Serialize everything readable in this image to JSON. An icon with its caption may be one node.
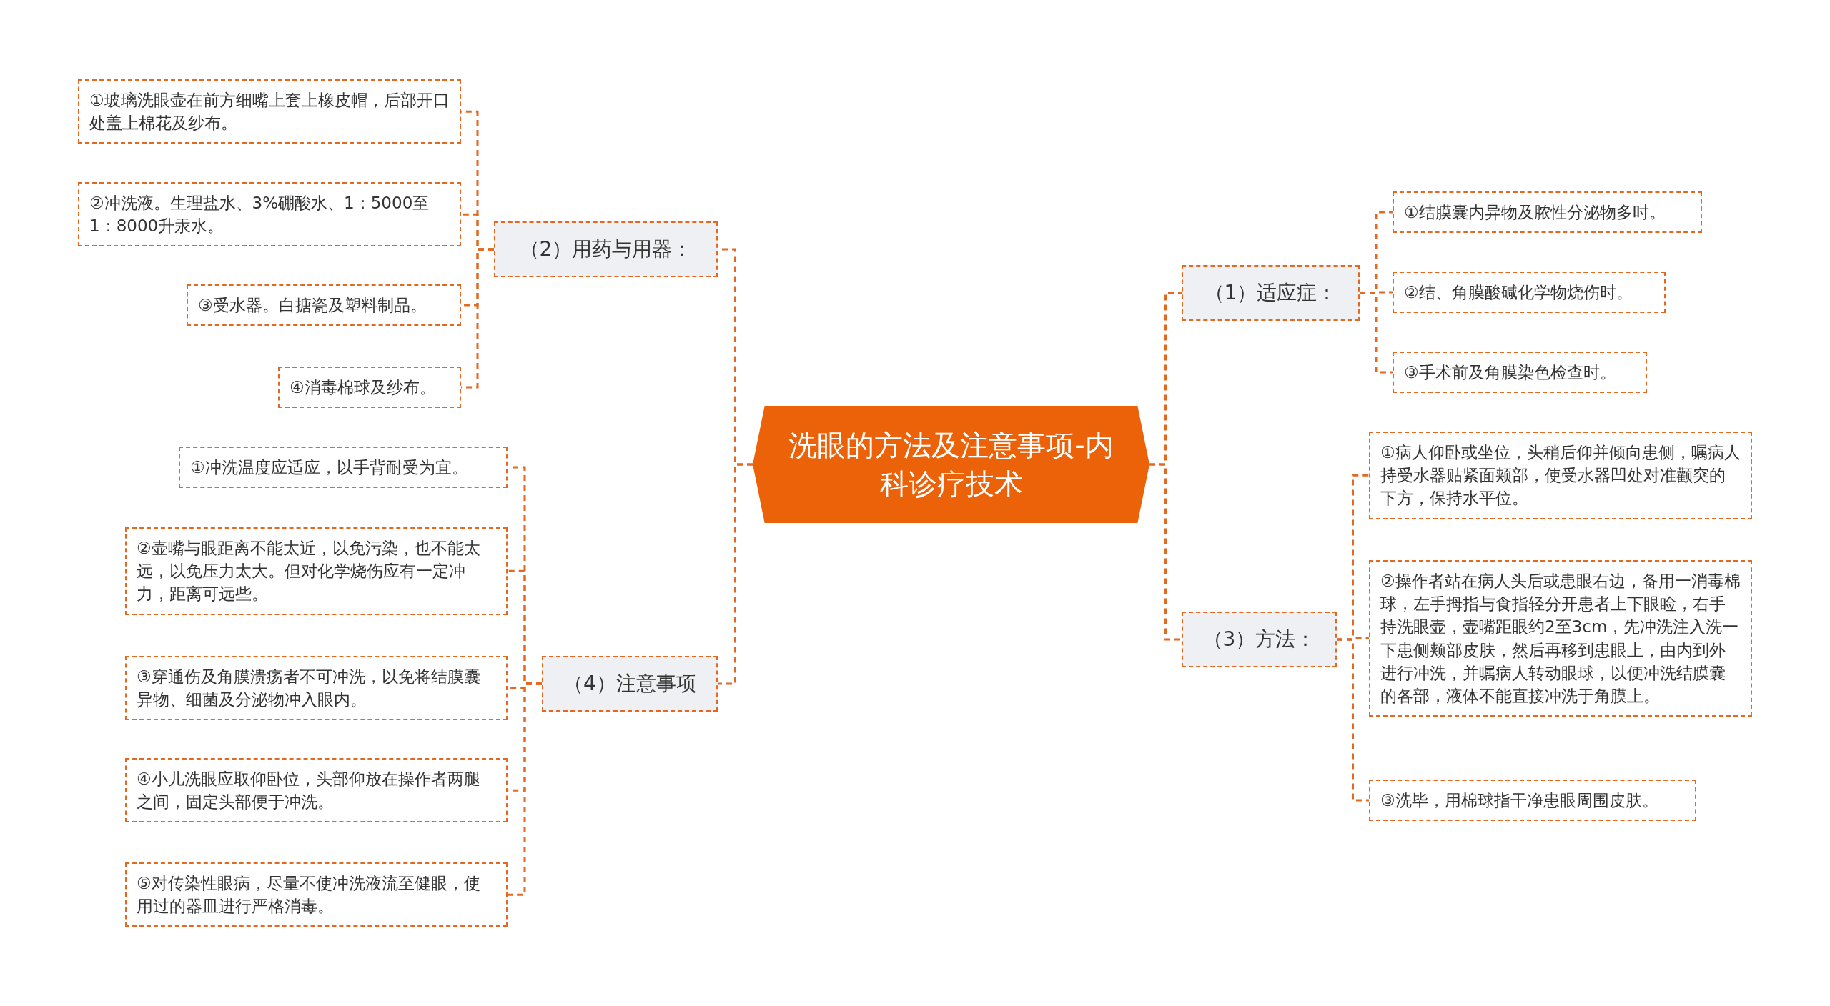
{
  "diagram": {
    "nodes": [
      {
        "text": [
          "洗眼的方法及注意事项-内科诊疗技术"
        ]
      },
      {
        "text": [
          "（1）适应症："
        ]
      },
      {
        "text": [
          "①结膜囊内异物及脓性分泌物多时。"
        ]
      },
      {
        "text": [
          "②结、角膜酸碱化学物烧伤时。"
        ]
      },
      {
        "text": [
          "③手术前及角膜染色检查时。"
        ]
      },
      {
        "text": [
          "（3）方法："
        ]
      },
      {
        "text": [
          "①病人仰卧或坐位，头稍后仰并倾向患侧，嘱病人持受水器贴紧面颊部，使受水器凹处对准颧突的下方，保持水平位。"
        ]
      },
      {
        "text": [
          "②操作者站在病人头后或患眼右边，备用一消毒棉球，左手拇指与食指轻分开患者上下眼睑，右手持洗眼壶，壶嘴距眼约2至3cm，先冲洗注入洗一下患侧颊部皮肤，然后再移到患眼上，由内到外进行冲洗，并嘱病人转动眼球，以便冲洗结膜囊的各部，液体不能直接冲洗于角膜上。"
        ]
      },
      {
        "text": [
          "③洗毕，用棉球指干净患眼周围皮肤。"
        ]
      },
      {
        "text": [
          "（2）用药与用器："
        ]
      },
      {
        "text": [
          "①玻璃洗眼壶在前方细嘴上套上橡皮帽，后部开口处盖上棉花及纱布。"
        ]
      },
      {
        "text": [
          "②冲洗液。生理盐水、3%硼酸水、1：5000至1：8000升汞水。"
        ]
      },
      {
        "text": [
          "③受水器。白搪瓷及塑料制品。"
        ]
      },
      {
        "text": [
          "④消毒棉球及纱布。"
        ]
      },
      {
        "text": [
          "（4）注意事项"
        ]
      },
      {
        "text": [
          "①冲洗温度应适应，以手背耐受为宜。"
        ]
      },
      {
        "text": [
          "②壶嘴与眼距离不能太近，以免污染，也不能太远，以免压力太大。但对化学烧伤应有一定冲力，距离可远些。"
        ]
      },
      {
        "text": [
          "③穿通伤及角膜溃疡者不可冲洗，以免将结膜囊异物、细菌及分泌物冲入眼内。"
        ]
      },
      {
        "text": [
          "④小儿洗眼应取仰卧位，头部仰放在操作者两腿之间，固定头部便于冲洗。"
        ]
      },
      {
        "text": [
          "⑤对传染性眼病，尽量不使冲洗液流至健眼，使用过的器皿进行严格消毒。"
        ]
      }
    ],
    "edges": [
      {
        "from": 0,
        "to": 1,
        "arrow": "none"
      },
      {
        "from": 1,
        "to": 2,
        "arrow": "none"
      },
      {
        "from": 1,
        "to": 3,
        "arrow": "none"
      },
      {
        "from": 1,
        "to": 4,
        "arrow": "none"
      },
      {
        "from": 0,
        "to": 5,
        "arrow": "none"
      },
      {
        "from": 5,
        "to": 6,
        "arrow": "none"
      },
      {
        "from": 5,
        "to": 7,
        "arrow": "none"
      },
      {
        "from": 5,
        "to": 8,
        "arrow": "none"
      },
      {
        "from": 0,
        "to": 9,
        "arrow": "none"
      },
      {
        "from": 9,
        "to": 10,
        "arrow": "none"
      },
      {
        "from": 9,
        "to": 11,
        "arrow": "none"
      },
      {
        "from": 9,
        "to": 12,
        "arrow": "none"
      },
      {
        "from": 9,
        "to": 13,
        "arrow": "none"
      },
      {
        "from": 0,
        "to": 14,
        "arrow": "none"
      },
      {
        "from": 14,
        "to": 15,
        "arrow": "none"
      },
      {
        "from": 14,
        "to": 16,
        "arrow": "none"
      },
      {
        "from": 14,
        "to": 17,
        "arrow": "none"
      },
      {
        "from": 14,
        "to": 18,
        "arrow": "none"
      },
      {
        "from": 14,
        "to": 19,
        "arrow": "none"
      }
    ]
  }
}
